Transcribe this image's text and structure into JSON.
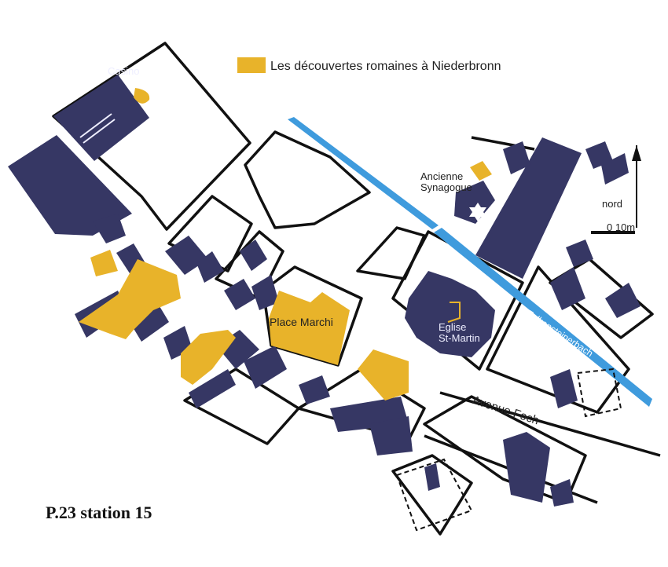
{
  "legend": {
    "label": "Les découvertes romaines à Niederbronn",
    "swatch_color": "#E8B32A"
  },
  "labels": {
    "casino": "Casino",
    "synagogue_line1": "Ancienne",
    "synagogue_line2": "Synagogue",
    "north": "nord",
    "scale": "0     10m",
    "place_marchi": "Place Marchi",
    "eglise_line1": "Eglise",
    "eglise_line2": "St-Martin",
    "avenue_foch": "Avenue Foch",
    "stream": "Falkensteinerbach"
  },
  "caption": "P.23 station 15",
  "colors": {
    "building": "#363764",
    "roman_site": "#E8B32A",
    "water": "#3F9BDD",
    "street_outline": "#111111",
    "background": "#FFFFFF"
  },
  "icons": {
    "synagogue": "star-of-david-icon",
    "north": "north-arrow-icon"
  }
}
